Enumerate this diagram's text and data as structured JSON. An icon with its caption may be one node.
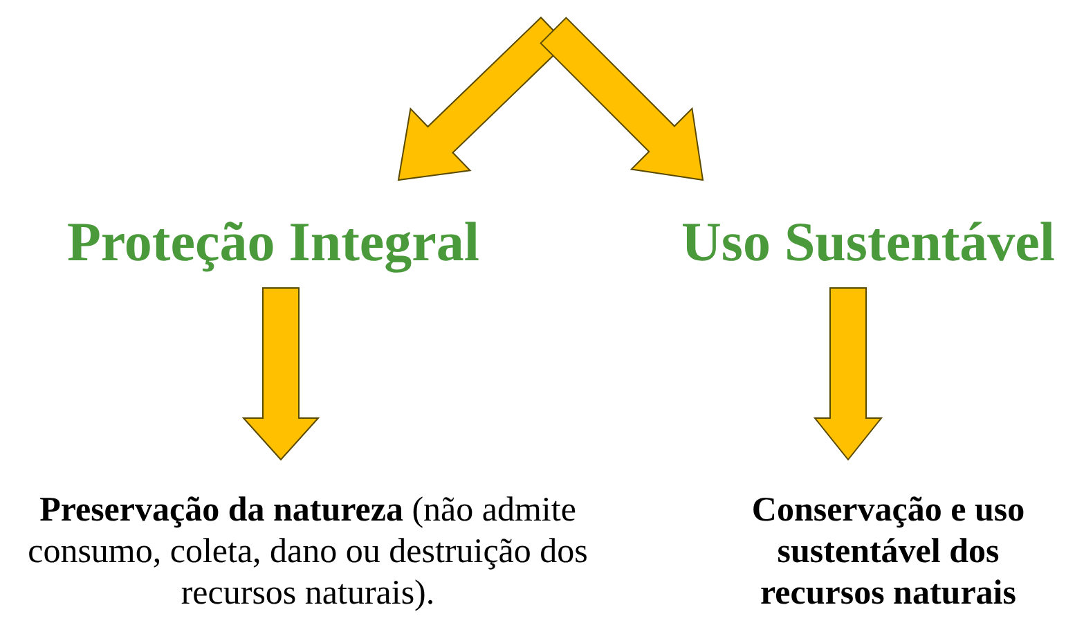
{
  "diagram": {
    "nodes": [
      {
        "text": [
          "Proteção Integral"
        ]
      },
      {
        "text": [
          "Uso Sustentável"
        ]
      },
      {
        "text": [
          "**Preservação da natureza** (não admite consumo, coleta, dano ou destruição dos recursos naturais)."
        ]
      },
      {
        "text": [
          "Conservação e uso sustentável dos recursos naturais"
        ]
      }
    ],
    "edges": [
      {
        "from": null,
        "to": 0,
        "arrow": "to"
      },
      {
        "from": null,
        "to": 1,
        "arrow": "to"
      },
      {
        "from": 0,
        "to": 2,
        "arrow": "to"
      },
      {
        "from": 1,
        "to": 3,
        "arrow": "to"
      }
    ]
  }
}
